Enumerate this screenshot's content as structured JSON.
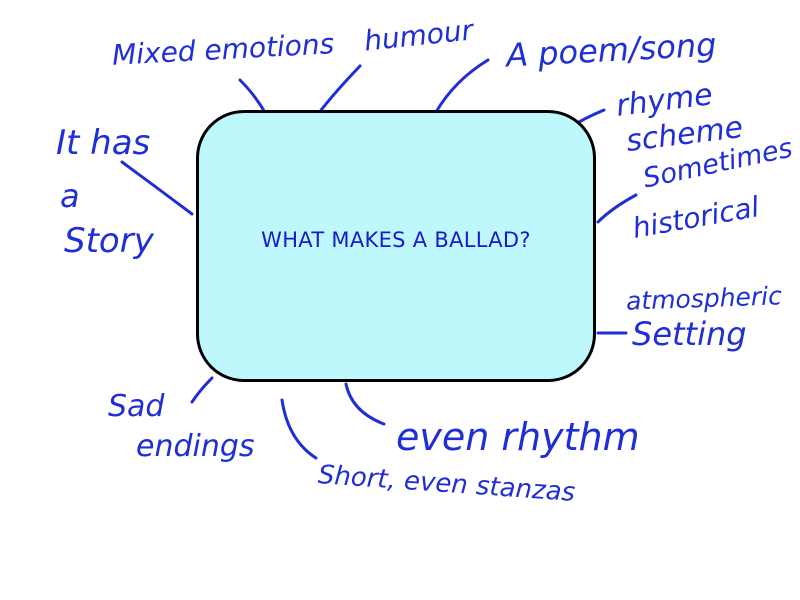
{
  "central_topic": "WHAT MAKES A BALLAD?",
  "notes": {
    "mixed_emotions": "Mixed emotions",
    "humour": "humour",
    "poem_song": "A poem/song",
    "rhyme": "rhyme",
    "scheme": "scheme",
    "sometimes": "Sometimes",
    "historical": "historical",
    "it_has": "It has",
    "a": "a",
    "story": "Story",
    "atmospheric": "atmospheric",
    "setting": "Setting",
    "sad": "Sad",
    "endings": "endings",
    "even_rhythm": "even rhythm",
    "short_even_stanzas": "Short, even stanzas"
  },
  "colors": {
    "ink": "#1f2ed6",
    "box_fill": "#bff8fc",
    "box_border": "#000000"
  }
}
